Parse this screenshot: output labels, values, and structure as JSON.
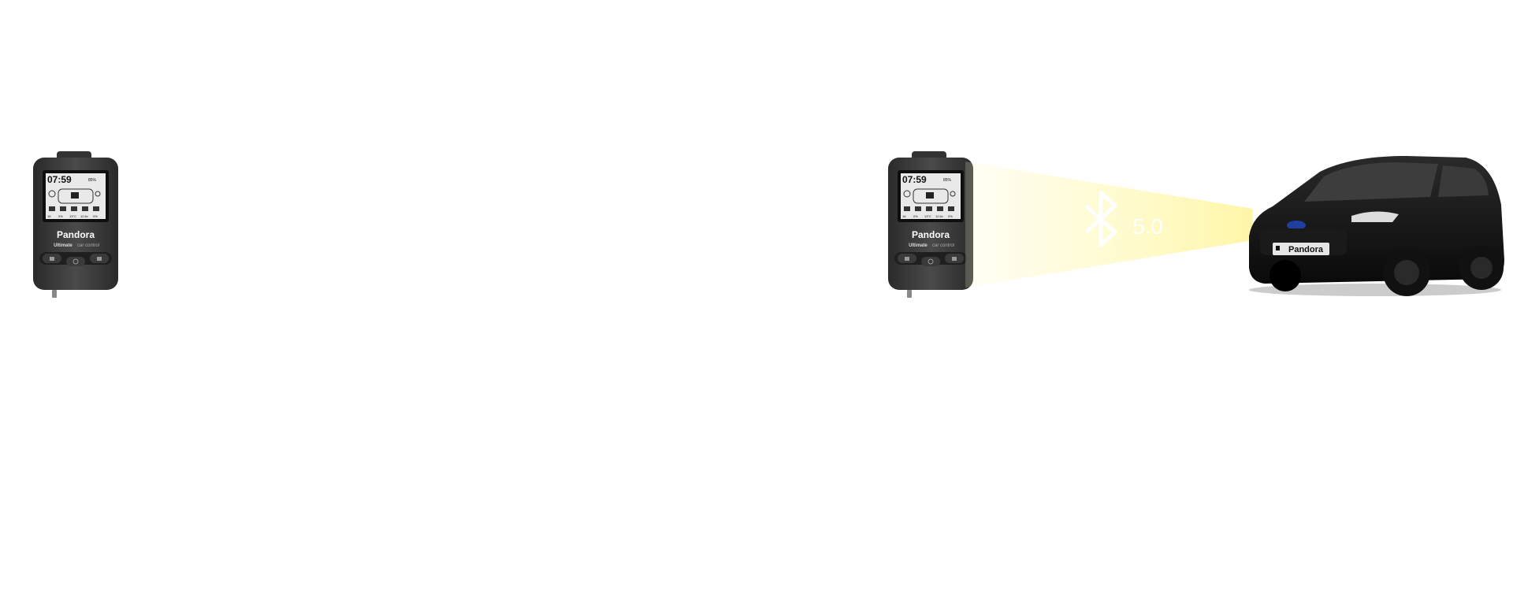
{
  "remote": {
    "time": "07:59",
    "battery_percent": "85%",
    "brand": "Pandora",
    "tagline_strong": "Ultimate",
    "tagline_rest": "car control",
    "status_row": [
      "18",
      "0%",
      "13°C",
      "12.6v",
      "0%"
    ]
  },
  "link": {
    "icon": "bluetooth-icon",
    "version": "5.0",
    "beam_color": "#fffbd0"
  },
  "car": {
    "plate_text": "Pandora",
    "body_color": "#111111"
  }
}
